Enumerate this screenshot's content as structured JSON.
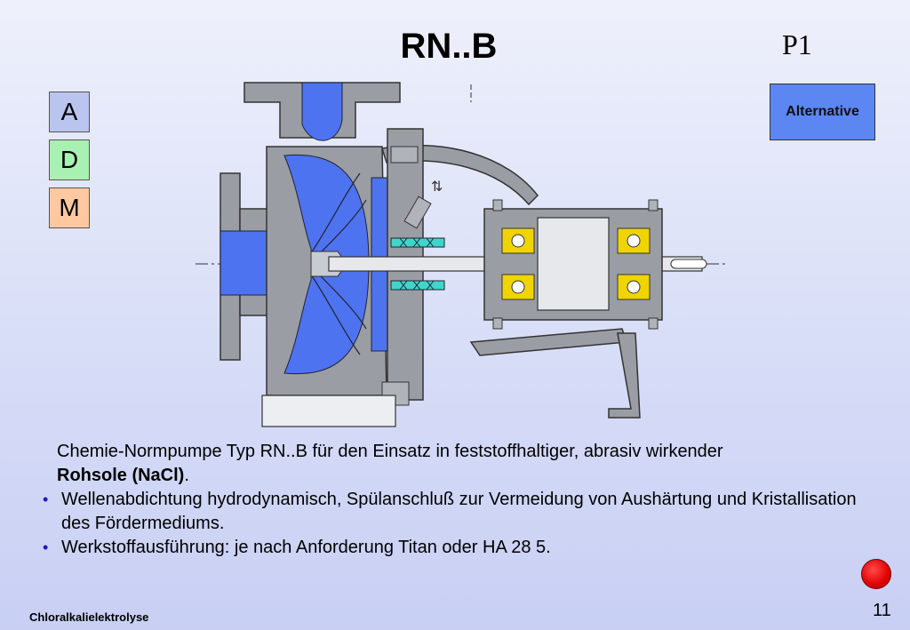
{
  "slide": {
    "title": "RN..B",
    "label": "P1",
    "page_number": "11",
    "footer": "Chloralkalielektrolyse"
  },
  "nav": {
    "a": "A",
    "d": "D",
    "m": "M"
  },
  "alternative_button": "Alternative",
  "description": {
    "intro": "Chemie-Normpumpe Typ RN..B für den Einsatz in feststoffhaltiger, abrasiv wirkender",
    "intro_bold": "Rohsole (NaCl)",
    "intro_end": ".",
    "bullets": [
      "Wellenabdichtung hydrodynamisch, Spülanschluß zur Vermeidung von Aushärtung und Kristallisation des Fördermediums.",
      "Werkstoffausführung: je nach Anforderung Titan oder HA 28 5."
    ]
  },
  "colors": {
    "fluid": "#4e73f0",
    "casing": "#9a9ea4",
    "seal_ring": "#3fd6c9",
    "bearing": "#f0d400",
    "nav_a": "#b9c4ef",
    "nav_d": "#a9f0b3",
    "nav_m": "#ffc8a0",
    "alternative": "#5c86f2"
  }
}
